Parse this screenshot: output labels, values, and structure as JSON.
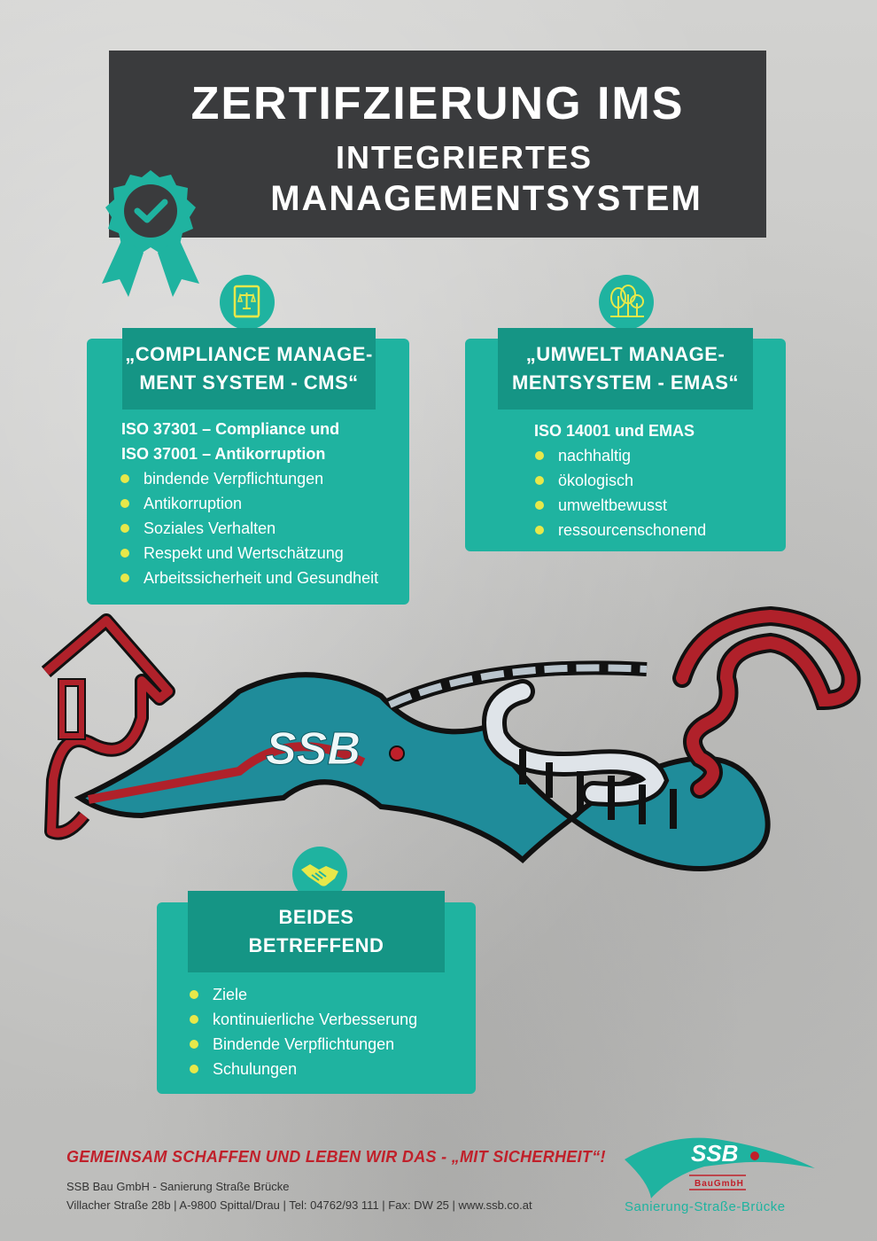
{
  "header": {
    "title": "ZERTIFZIERUNG IMS",
    "subtitle_line1": "INTEGRIERTES",
    "subtitle_line2": "MANAGEMENTSYSTEM"
  },
  "cms": {
    "title_line1": "„COMPLIANCE MANAGE-",
    "title_line2": "MENT SYSTEM - CMS“",
    "standards": [
      "ISO 37301 – Compliance und",
      "ISO 37001 – Antikorruption"
    ],
    "items": [
      "bindende Verpflichtungen",
      "Antikorruption",
      "Soziales Verhalten",
      "Respekt und Wertschätzung",
      "Arbeitssicherheit und Gesundheit"
    ]
  },
  "emas": {
    "title_line1": "„UMWELT MANAGE-",
    "title_line2": "MENTSYSTEM - EMAS“",
    "standard": "ISO 14001 und EMAS",
    "items": [
      "nachhaltig",
      "ökologisch",
      "umweltbewusst",
      "ressourcenschonend"
    ]
  },
  "both": {
    "title_line1": "BEIDES",
    "title_line2": "BETREFFEND",
    "items": [
      "Ziele",
      "kontinuierliche Verbesserung",
      "Bindende Verpflichtungen",
      "Schulungen"
    ]
  },
  "artwork": {
    "brand_text": "SSB"
  },
  "footer": {
    "slogan_main": "GEMEINSAM SCHAFFEN UND LEBEN WIR DAS - ",
    "slogan_emph": "„MIT SICHERHEIT“!",
    "company": "SSB Bau GmbH - Sanierung Straße Brücke",
    "address": "Villacher Straße 28b | A-9800 Spittal/Drau | Tel: 04762/93 111 | Fax: DW 25 | www.ssb.co.at"
  },
  "logo": {
    "brand": "SSB",
    "sub": "BauGmbH",
    "tagline": "Sanierung-Straße-Brücke"
  },
  "colors": {
    "teal": "#1fb3a0",
    "teal_dark": "#159585",
    "header_bg": "#3a3b3d",
    "bullet": "#e7e84a",
    "red": "#c0202a"
  },
  "icons": [
    "certificate-badge-icon",
    "law-book-icon",
    "trees-icon",
    "handshake-icon"
  ]
}
